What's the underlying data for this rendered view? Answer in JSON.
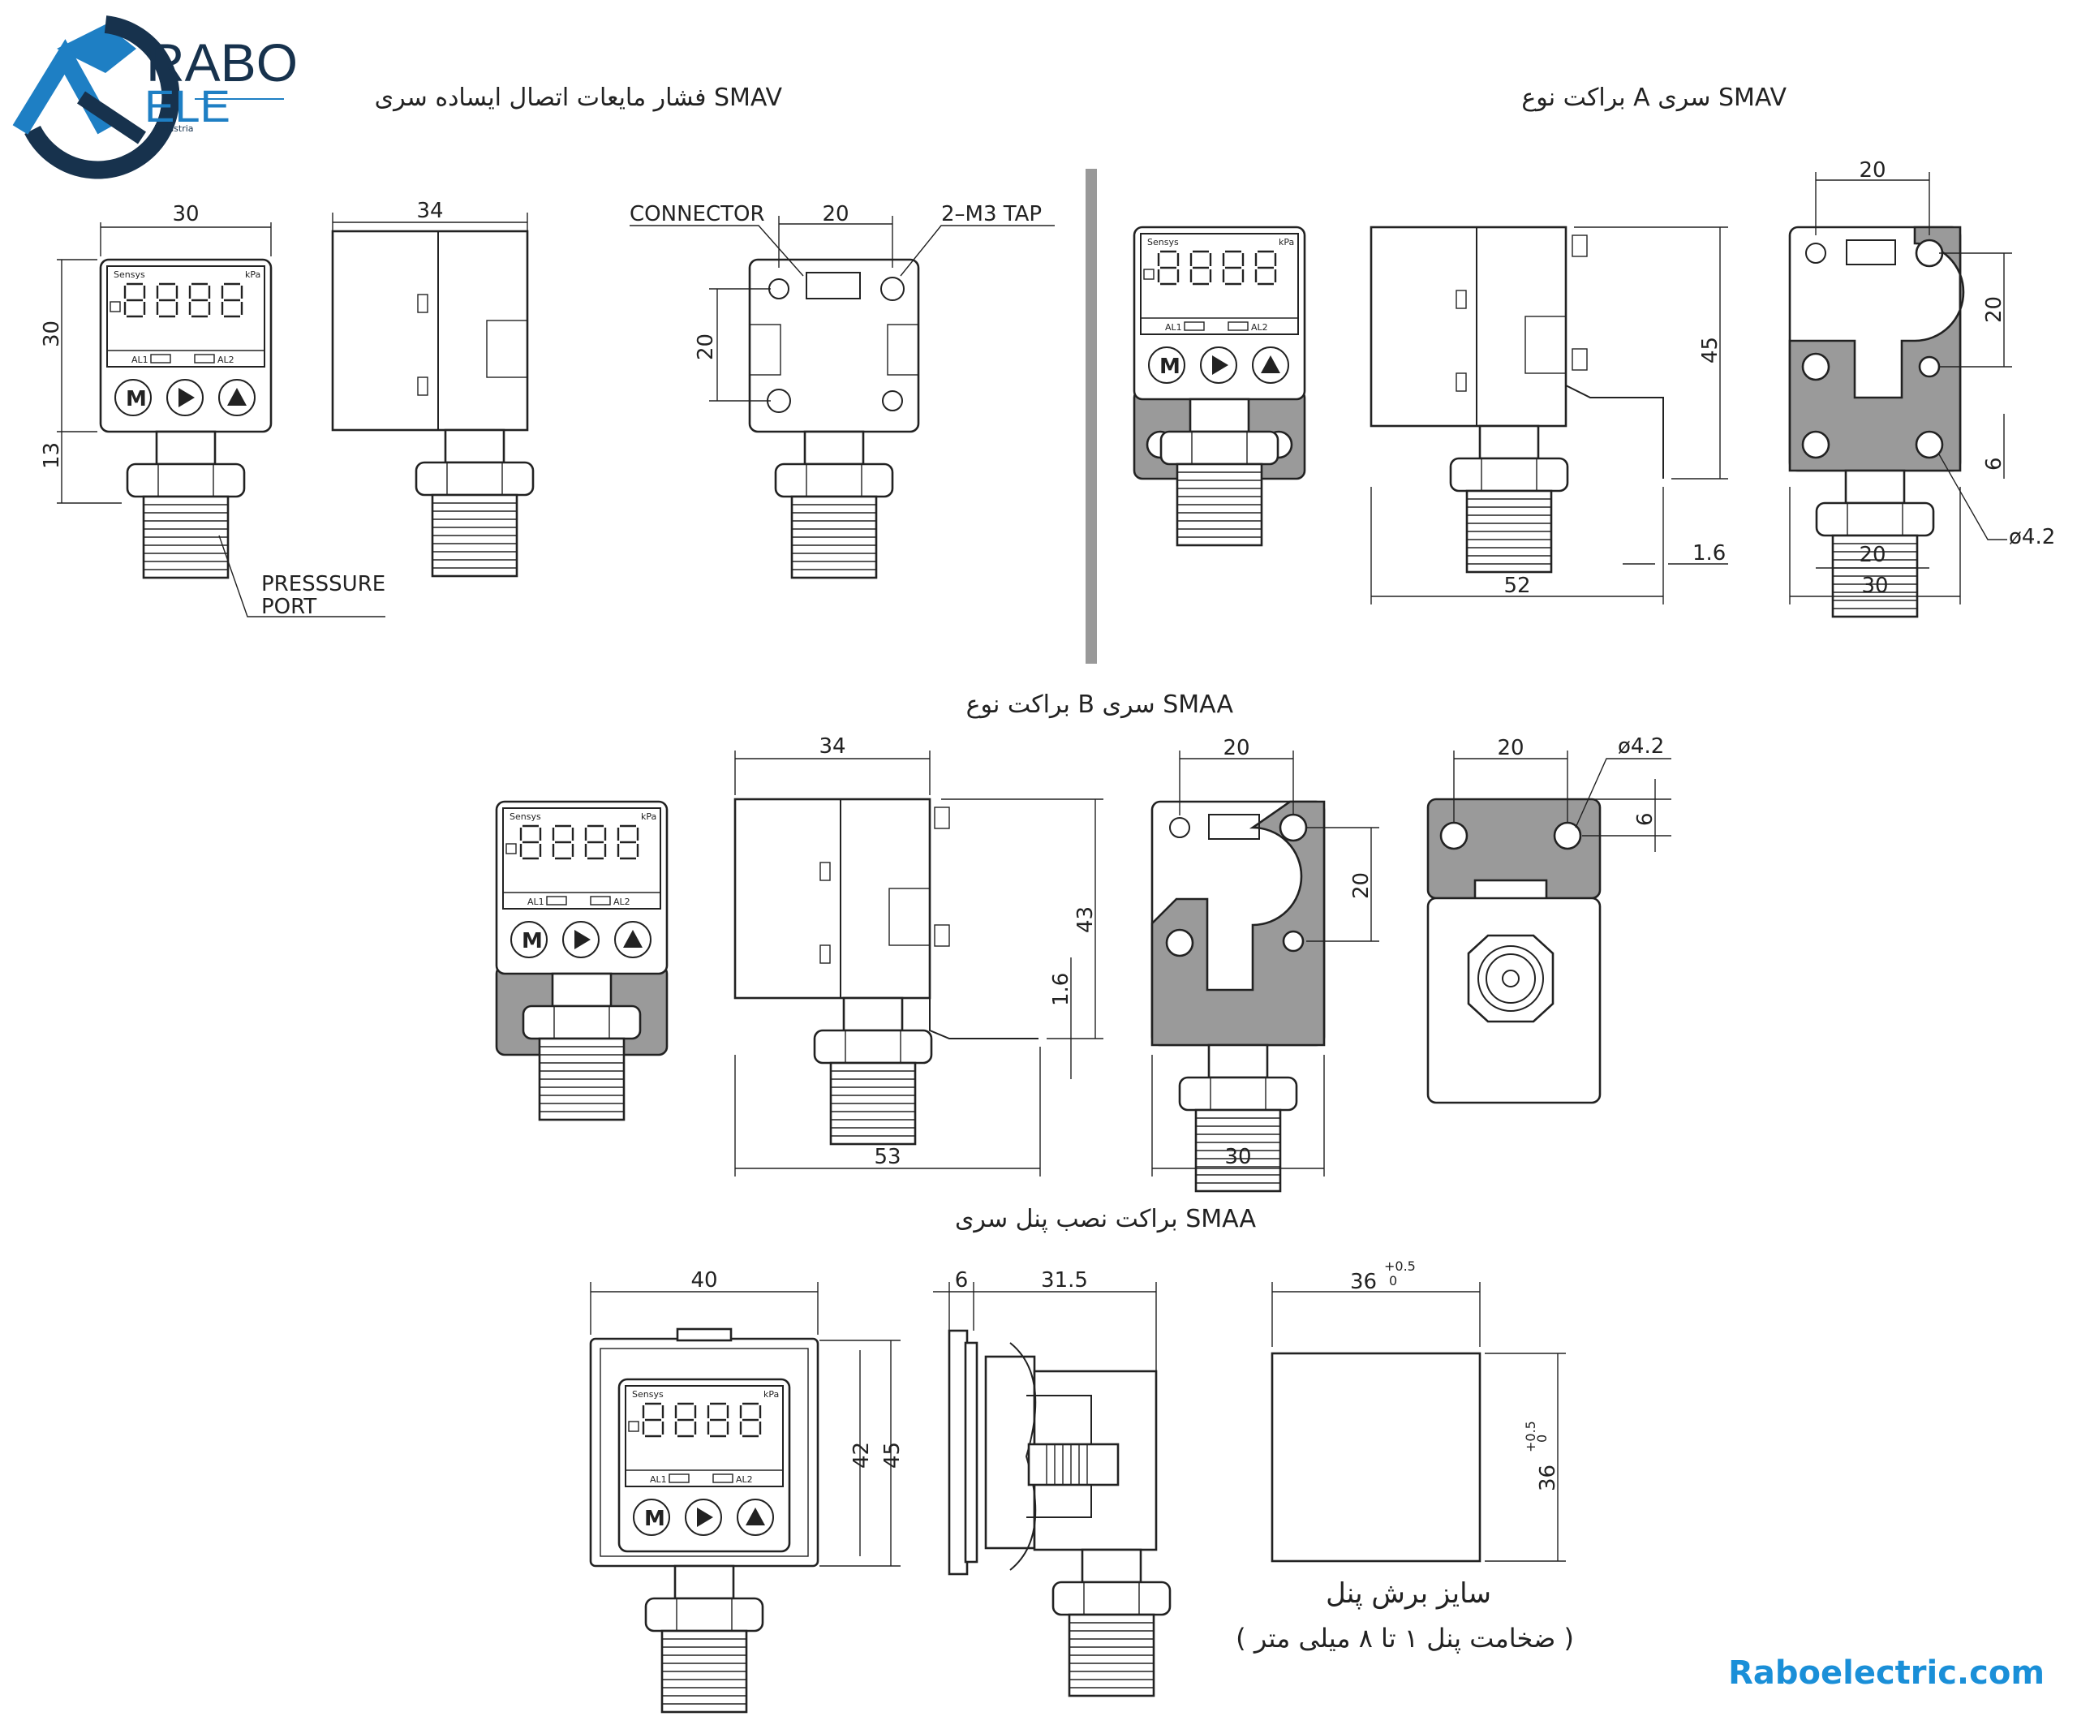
{
  "logo": {
    "word_top": "RABO",
    "word_bottom": "ELE",
    "tag": "Industria"
  },
  "titles": {
    "smav_vertical": "فشار مایعات اتصال ایساده سری SMAV",
    "smav_bracket_a": "براکت نوع A سری SMAV",
    "smaa_bracket_b": "براکت نوع B سری SMAA",
    "smaa_panel": "براکت نصب پنل سری SMAA"
  },
  "device": {
    "brand": "Sensys",
    "unit": "kPa",
    "al1": "AL1",
    "al2": "AL2",
    "btn_m": "M"
  },
  "labels": {
    "connector": "CONNECTOR",
    "tap": "2–M3  TAP",
    "port_line1": "PRESSSURE",
    "port_line2": "PORT",
    "cut_line1": "سایز برش پنل",
    "cut_line2": "( ضخامت پنل ۱ تا ۸ میلی متر )"
  },
  "dims": {
    "d30": "30",
    "d13": "13",
    "d34": "34",
    "d20": "20",
    "d45": "45",
    "d16": "1.6",
    "d52": "52",
    "d6": "6",
    "d42phi": "ø4.2",
    "d43": "43",
    "d53": "53",
    "d40": "40",
    "d42": "42",
    "d315": "31.5",
    "d36": "36",
    "tol": "+0.5",
    "tol0": "0"
  },
  "website": "Raboelectric.com",
  "colors": {
    "logo_blue": "#1e7fc4",
    "logo_dark": "#17324d",
    "site_blue": "#1a8fd8",
    "bracket_grey": "#9a9a9a"
  }
}
